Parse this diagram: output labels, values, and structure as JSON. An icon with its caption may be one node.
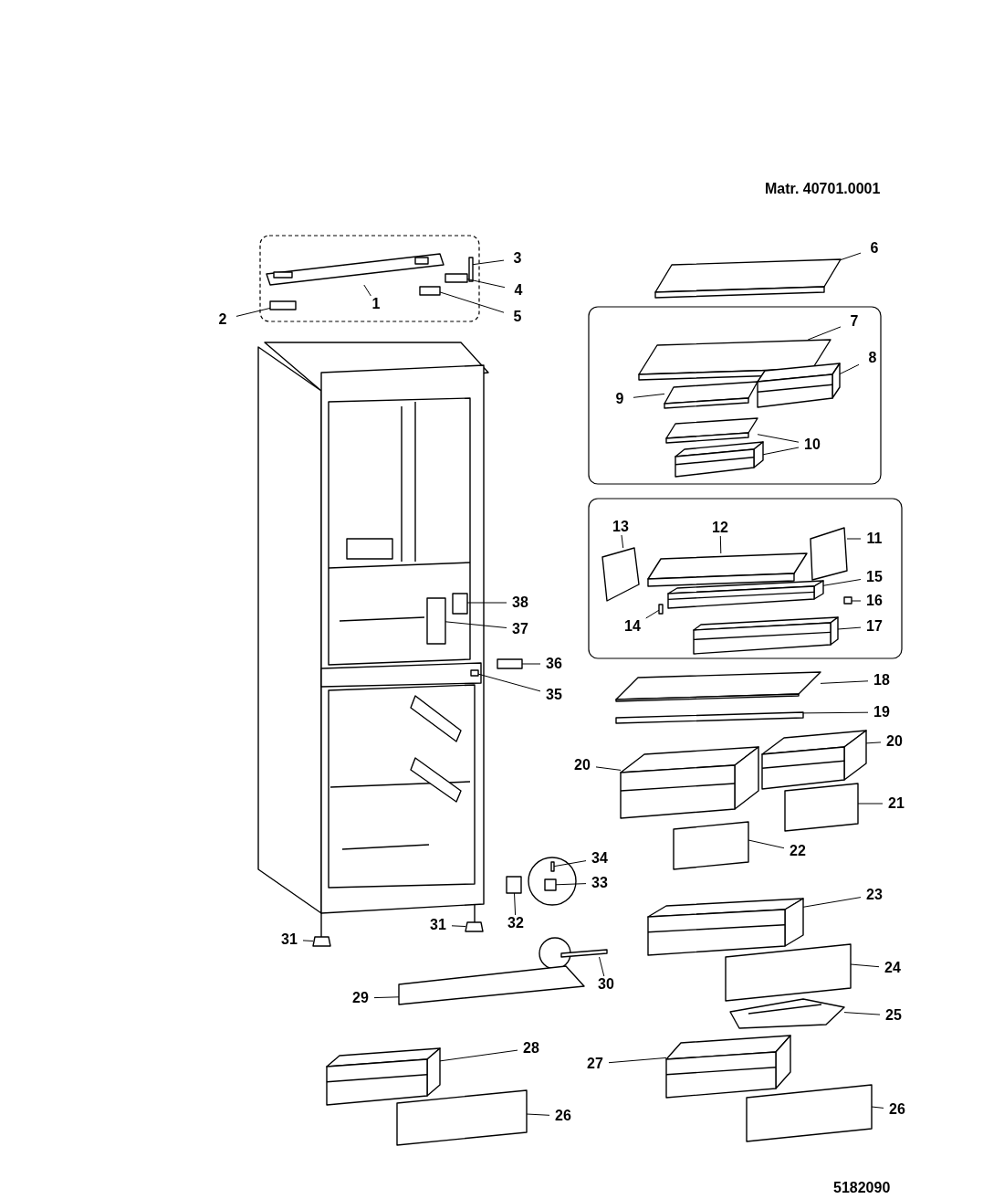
{
  "diagram": {
    "nodes": [
      {
        "text": [
          "3"
        ]
      },
      {
        "text": [
          "6"
        ]
      },
      {
        "text": [
          "4"
        ]
      },
      {
        "text": [
          "1"
        ]
      },
      {
        "text": [
          "2"
        ]
      },
      {
        "text": [
          "5"
        ]
      },
      {
        "text": [
          "7"
        ]
      },
      {
        "text": [
          "8"
        ]
      },
      {
        "text": [
          "9"
        ]
      },
      {
        "text": [
          "10"
        ]
      },
      {
        "text": [
          "13"
        ]
      },
      {
        "text": [
          "12"
        ]
      },
      {
        "text": [
          "11"
        ]
      },
      {
        "text": [
          "15"
        ]
      },
      {
        "text": [
          "16"
        ]
      },
      {
        "text": [
          "38"
        ]
      },
      {
        "text": [
          "14"
        ]
      },
      {
        "text": [
          "17"
        ]
      },
      {
        "text": [
          "37"
        ]
      },
      {
        "text": [
          "36"
        ]
      },
      {
        "text": [
          "18"
        ]
      },
      {
        "text": [
          "35"
        ]
      },
      {
        "text": [
          "19"
        ]
      },
      {
        "text": [
          "20"
        ]
      },
      {
        "text": [
          "20"
        ]
      },
      {
        "text": [
          "21"
        ]
      },
      {
        "text": [
          "22"
        ]
      },
      {
        "text": [
          "34"
        ]
      },
      {
        "text": [
          "33"
        ]
      },
      {
        "text": [
          "23"
        ]
      },
      {
        "text": [
          "32"
        ]
      },
      {
        "text": [
          "31"
        ]
      },
      {
        "text": [
          "31"
        ]
      },
      {
        "text": [
          "24"
        ]
      },
      {
        "text": [
          "30"
        ]
      },
      {
        "text": [
          "29"
        ]
      },
      {
        "text": [
          "25"
        ]
      },
      {
        "text": [
          "28"
        ]
      },
      {
        "text": [
          "27"
        ]
      },
      {
        "text": [
          "26"
        ]
      },
      {
        "text": [
          "26"
        ]
      },
      {
        "text": [],
        "shape": "box"
      },
      {
        "text": [],
        "shape": "picture"
      },
      {
        "text": [],
        "shape": "box"
      },
      {
        "text": [],
        "shape": "picture"
      },
      {
        "text": [],
        "shape": "box"
      },
      {
        "text": [],
        "shape": "box"
      },
      {
        "text": [],
        "shape": "picture"
      },
      {
        "text": [],
        "shape": "picture"
      },
      {
        "text": [],
        "shape": "picture"
      },
      {
        "text": [],
        "shape": "picture"
      },
      {
        "text": [],
        "shape": "picture"
      },
      {
        "text": [],
        "shape": "box"
      },
      {
        "text": [],
        "shape": "picture"
      },
      {
        "text": [],
        "shape": "box"
      },
      {
        "text": [],
        "shape": "picture"
      },
      {
        "text": [],
        "shape": "box"
      },
      {
        "text": [],
        "shape": "box"
      },
      {
        "text": [],
        "shape": "box"
      },
      {
        "text": [],
        "shape": "picture"
      },
      {
        "text": [],
        "shape": "box"
      },
      {
        "text": [],
        "shape": "box"
      },
      {
        "text": [],
        "shape": "picture"
      },
      {
        "text": [],
        "shape": "box"
      },
      {
        "text": [],
        "shape": "box"
      },
      {
        "text": [],
        "shape": "picture"
      },
      {
        "text": [],
        "shape": "picture"
      },
      {
        "text": [],
        "shape": "box"
      },
      {
        "text": [],
        "shape": "box"
      },
      {
        "text": [],
        "shape": "box"
      },
      {
        "text": [],
        "shape": "box"
      },
      {
        "text": [],
        "shape": "picture"
      },
      {
        "text": [],
        "shape": "box"
      },
      {
        "text": [],
        "shape": "picture"
      },
      {
        "text": [],
        "shape": "picture"
      },
      {
        "text": [],
        "shape": "box"
      },
      {
        "text": [],
        "shape": "box"
      },
      {
        "text": [],
        "shape": "box"
      },
      {
        "text": [],
        "shape": "picture"
      },
      {
        "text": [],
        "shape": "picture"
      },
      {
        "text": [],
        "shape": "picture"
      },
      {
        "text": [],
        "shape": "box"
      },
      {
        "text": [],
        "shape": "box"
      }
    ],
    "edges": [
      {
        "from": 0,
        "to": 41,
        "arrow": "none"
      },
      {
        "from": 1,
        "to": 42,
        "arrow": "none"
      },
      {
        "from": 2,
        "to": 43,
        "arrow": "none"
      },
      {
        "from": 3,
        "to": 44,
        "arrow": "none"
      },
      {
        "from": 4,
        "to": 45,
        "arrow": "none"
      },
      {
        "from": 5,
        "to": 46,
        "arrow": "none"
      },
      {
        "from": 6,
        "to": 47,
        "arrow": "none"
      },
      {
        "from": 7,
        "to": 48,
        "arrow": "none"
      },
      {
        "from": 8,
        "to": 49,
        "arrow": "none"
      },
      {
        "from": 9,
        "to": 50,
        "arrow": "none"
      },
      {
        "from": 9,
        "to": 51,
        "arrow": "none"
      },
      {
        "from": 10,
        "to": 52,
        "arrow": "none"
      },
      {
        "from": 11,
        "to": 53,
        "arrow": "none"
      },
      {
        "from": 12,
        "to": 54,
        "arrow": "none"
      },
      {
        "from": 13,
        "to": 55,
        "arrow": "none"
      },
      {
        "from": 14,
        "to": 56,
        "arrow": "none"
      },
      {
        "from": 15,
        "to": 57,
        "arrow": "none"
      },
      {
        "from": 16,
        "to": 58,
        "arrow": "none"
      },
      {
        "from": 17,
        "to": 59,
        "arrow": "none"
      },
      {
        "from": 18,
        "to": 60,
        "arrow": "none"
      },
      {
        "from": 19,
        "to": 61,
        "arrow": "none"
      },
      {
        "from": 20,
        "to": 62,
        "arrow": "none"
      },
      {
        "from": 21,
        "to": 63,
        "arrow": "none"
      },
      {
        "from": 22,
        "to": 64,
        "arrow": "none"
      },
      {
        "from": 23,
        "to": 65,
        "arrow": "none"
      },
      {
        "from": 24,
        "to": 66,
        "arrow": "none"
      },
      {
        "from": 25,
        "to": 67,
        "arrow": "none"
      },
      {
        "from": 26,
        "to": 68,
        "arrow": "none"
      },
      {
        "from": 27,
        "to": 69,
        "arrow": "none"
      },
      {
        "from": 28,
        "to": 70,
        "arrow": "none"
      },
      {
        "from": 29,
        "to": 71,
        "arrow": "none"
      },
      {
        "from": 30,
        "to": 72,
        "arrow": "none"
      },
      {
        "from": 31,
        "to": 73,
        "arrow": "none"
      },
      {
        "from": 32,
        "to": 74,
        "arrow": "none"
      },
      {
        "from": 33,
        "to": 75,
        "arrow": "none"
      },
      {
        "from": 34,
        "to": 76,
        "arrow": "none"
      },
      {
        "from": 35,
        "to": 77,
        "arrow": "none"
      },
      {
        "from": 36,
        "to": 78,
        "arrow": "none"
      },
      {
        "from": 37,
        "to": 79,
        "arrow": "none"
      },
      {
        "from": 38,
        "to": 80,
        "arrow": "none"
      },
      {
        "from": 39,
        "to": 81,
        "arrow": "none"
      },
      {
        "from": 40,
        "to": 82,
        "arrow": "none"
      }
    ],
    "labels": [
      "Matr. 40701.0001",
      "5182090"
    ]
  }
}
